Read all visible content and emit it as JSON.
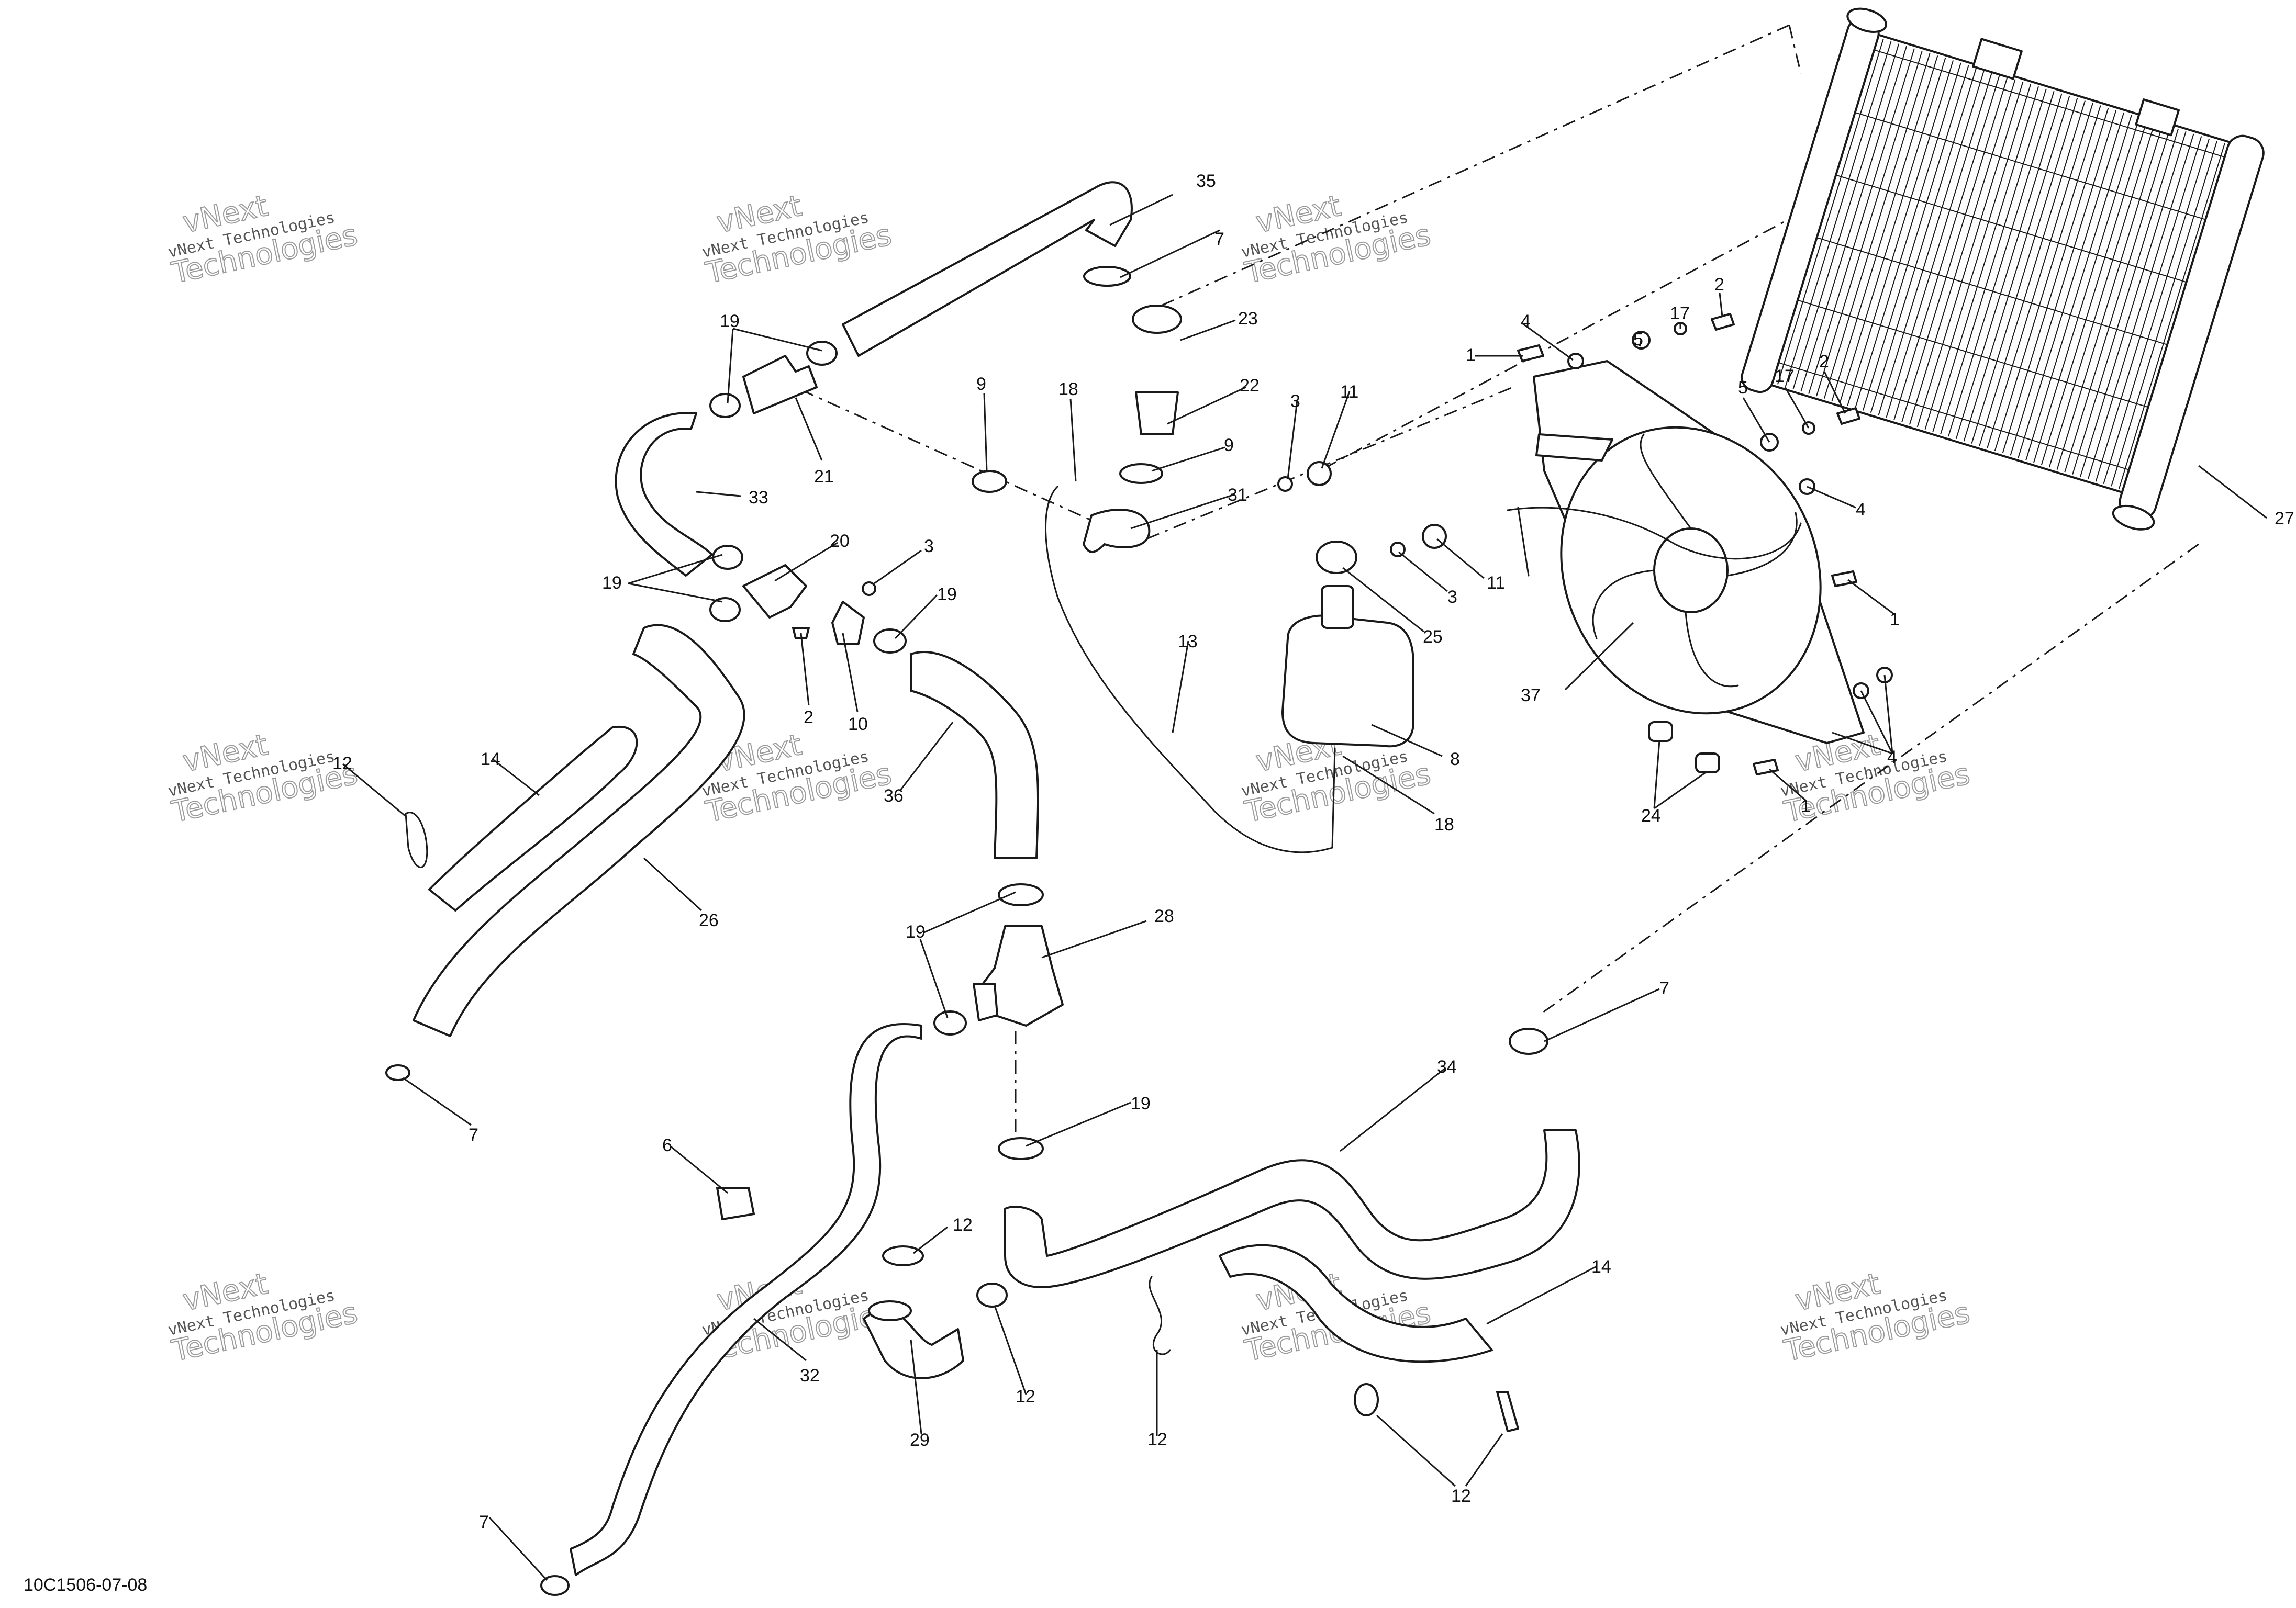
{
  "diagram": {
    "figure_id": "10C1506-07-08",
    "watermark": {
      "line1": "vNext",
      "line2": "vNext Technologies",
      "line3": "Technologies"
    },
    "callouts": [
      {
        "id": "c35a",
        "label": "35"
      },
      {
        "id": "c7a",
        "label": "7"
      },
      {
        "id": "c19a",
        "label": "19"
      },
      {
        "id": "c21",
        "label": "21"
      },
      {
        "id": "c33",
        "label": "33"
      },
      {
        "id": "c20",
        "label": "20"
      },
      {
        "id": "c19b",
        "label": "19"
      },
      {
        "id": "c3a",
        "label": "3"
      },
      {
        "id": "c19c",
        "label": "19"
      },
      {
        "id": "c2a",
        "label": "2"
      },
      {
        "id": "c10",
        "label": "10"
      },
      {
        "id": "c9a",
        "label": "9"
      },
      {
        "id": "c18a",
        "label": "18"
      },
      {
        "id": "c23",
        "label": "23"
      },
      {
        "id": "c22",
        "label": "22"
      },
      {
        "id": "c9b",
        "label": "9"
      },
      {
        "id": "c31",
        "label": "31"
      },
      {
        "id": "c3b",
        "label": "3"
      },
      {
        "id": "c11a",
        "label": "11"
      },
      {
        "id": "c13",
        "label": "13"
      },
      {
        "id": "c25",
        "label": "25"
      },
      {
        "id": "c3c",
        "label": "3"
      },
      {
        "id": "c11b",
        "label": "11"
      },
      {
        "id": "c8",
        "label": "8"
      },
      {
        "id": "c18b",
        "label": "18"
      },
      {
        "id": "c12a",
        "label": "12"
      },
      {
        "id": "c14a",
        "label": "14"
      },
      {
        "id": "c36",
        "label": "36"
      },
      {
        "id": "c26",
        "label": "26"
      },
      {
        "id": "c7b",
        "label": "7"
      },
      {
        "id": "c19d",
        "label": "19"
      },
      {
        "id": "c28",
        "label": "28"
      },
      {
        "id": "c19e",
        "label": "19"
      },
      {
        "id": "c34",
        "label": "34"
      },
      {
        "id": "c7c",
        "label": "7"
      },
      {
        "id": "c6",
        "label": "6"
      },
      {
        "id": "c12b",
        "label": "12"
      },
      {
        "id": "c32",
        "label": "32"
      },
      {
        "id": "c29",
        "label": "29"
      },
      {
        "id": "c12c",
        "label": "12"
      },
      {
        "id": "c12d",
        "label": "12"
      },
      {
        "id": "c14b",
        "label": "14"
      },
      {
        "id": "c12e",
        "label": "12"
      },
      {
        "id": "c7d",
        "label": "7"
      },
      {
        "id": "c4a",
        "label": "4"
      },
      {
        "id": "c1a",
        "label": "1"
      },
      {
        "id": "c5a",
        "label": "5"
      },
      {
        "id": "c17a",
        "label": "17"
      },
      {
        "id": "c2b",
        "label": "2"
      },
      {
        "id": "c5b",
        "label": "5"
      },
      {
        "id": "c17b",
        "label": "17"
      },
      {
        "id": "c2c",
        "label": "2"
      },
      {
        "id": "c4b",
        "label": "4"
      },
      {
        "id": "c27",
        "label": "27"
      },
      {
        "id": "c1b",
        "label": "1"
      },
      {
        "id": "c37",
        "label": "37"
      },
      {
        "id": "c4c",
        "label": "4"
      },
      {
        "id": "c24",
        "label": "24"
      },
      {
        "id": "c1c",
        "label": "1"
      }
    ]
  }
}
